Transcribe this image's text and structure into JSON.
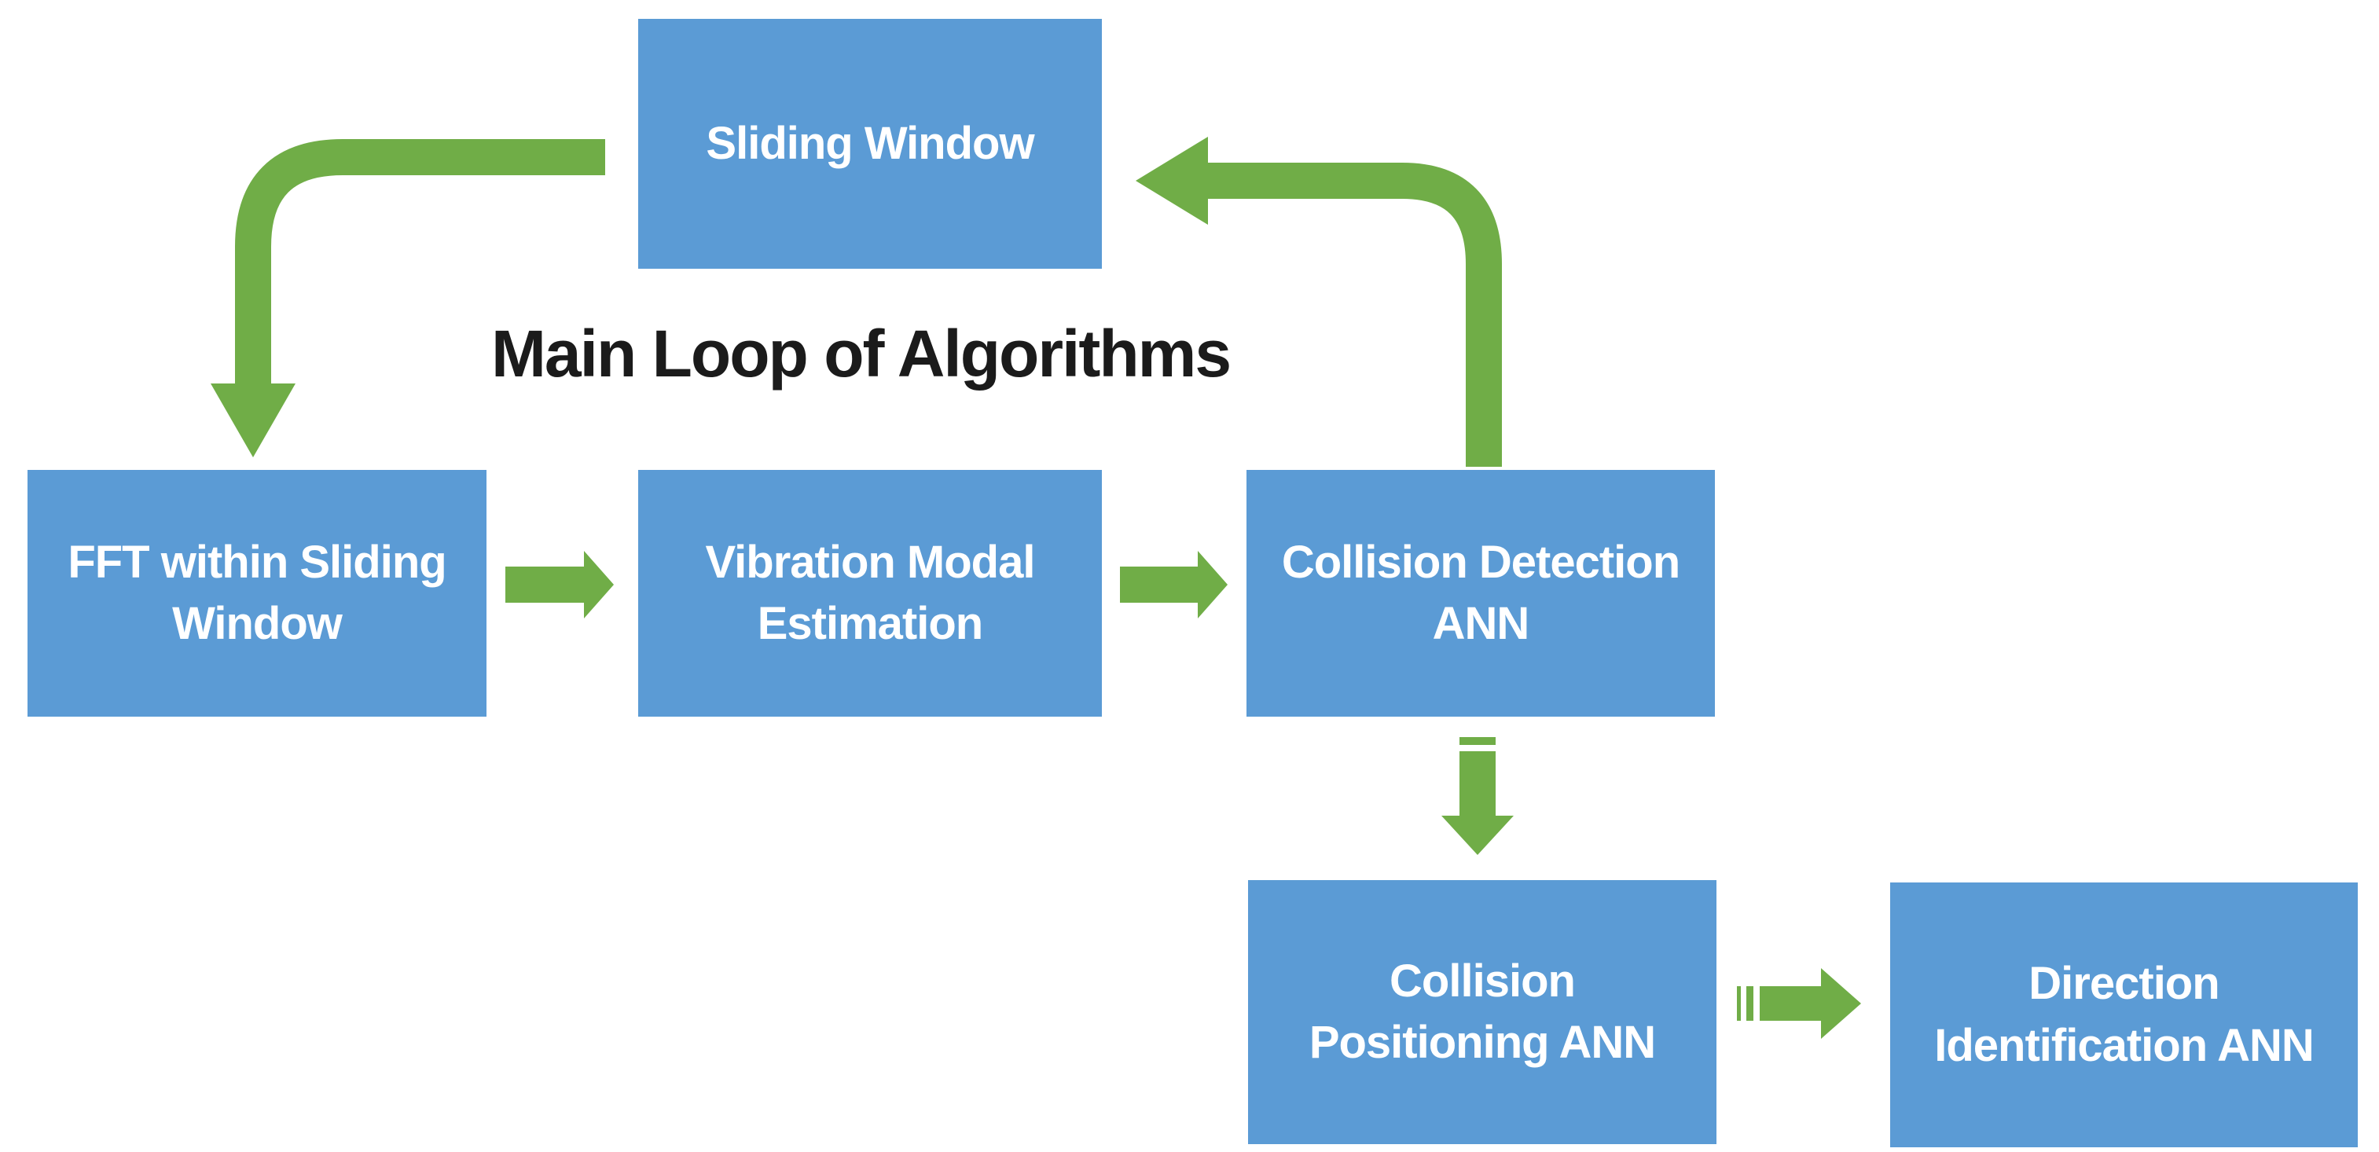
{
  "title": "Main Loop of Algorithms",
  "colors": {
    "background": "#FFFFFF",
    "box_fill": "#5B9BD5",
    "box_text": "#FFFFFF",
    "arrow_green": "#70AD47",
    "title_text": "#1B1B1B"
  },
  "boxes": [
    {
      "id": "sliding-window",
      "label": "Sliding Window"
    },
    {
      "id": "fft-within-sliding-window",
      "label": "FFT within Sliding\nWindow"
    },
    {
      "id": "vibration-modal-estimation",
      "label": "Vibration Modal\nEstimation"
    },
    {
      "id": "collision-detection-ann",
      "label": "Collision Detection\nANN"
    },
    {
      "id": "collision-positioning-ann",
      "label": "Collision\nPositioning ANN"
    },
    {
      "id": "direction-identification-ann",
      "label": "Direction\nIdentification ANN"
    }
  ],
  "arrows": [
    {
      "id": "loop-arrow-sliding-to-fft",
      "from": "sliding-window",
      "to": "fft-within-sliding-window",
      "style": "elbow-down"
    },
    {
      "id": "arrow-fft-to-vibration",
      "from": "fft-within-sliding-window",
      "to": "vibration-modal-estimation",
      "style": "block-right"
    },
    {
      "id": "arrow-vibration-to-detection",
      "from": "vibration-modal-estimation",
      "to": "collision-detection-ann",
      "style": "block-right"
    },
    {
      "id": "loop-arrow-detection-to-sliding",
      "from": "collision-detection-ann",
      "to": "sliding-window",
      "style": "elbow-left"
    },
    {
      "id": "arrow-detection-to-positioning",
      "from": "collision-detection-ann",
      "to": "collision-positioning-ann",
      "style": "striped-down"
    },
    {
      "id": "arrow-positioning-to-direction",
      "from": "collision-positioning-ann",
      "to": "direction-identification-ann",
      "style": "striped-right"
    }
  ]
}
